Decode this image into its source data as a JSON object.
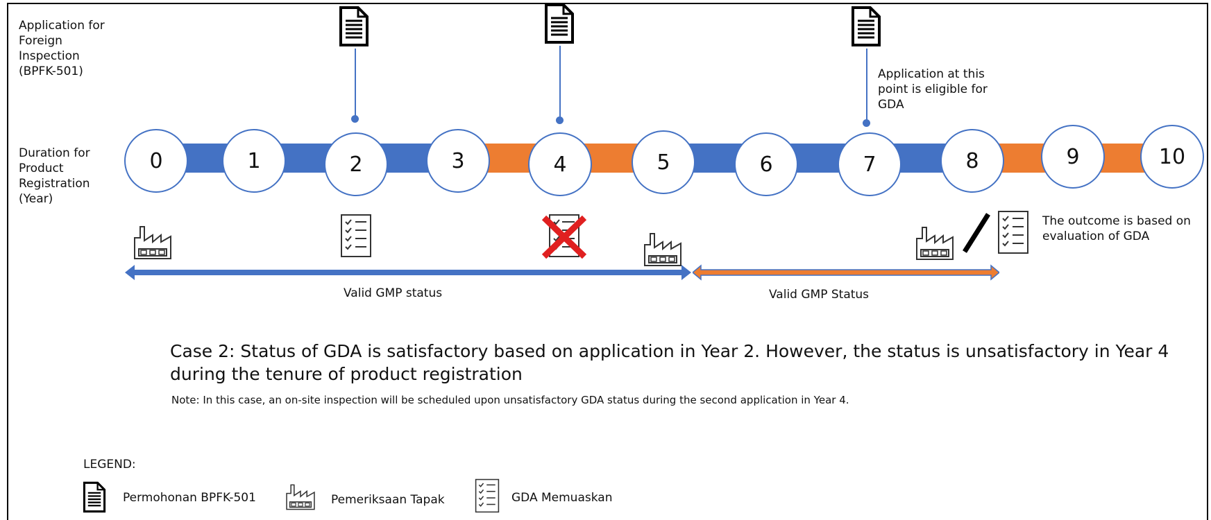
{
  "labels": {
    "application": "Application for Foreign Inspection (BPFK-501)",
    "duration": "Duration for Product Registration (Year)",
    "eligible": "Application at this point is eligible for GDA",
    "outcome": "The outcome is based on evaluation of GDA"
  },
  "years": [
    "0",
    "1",
    "2",
    "3",
    "4",
    "5",
    "6",
    "7",
    "8",
    "9",
    "10"
  ],
  "segments_colors": [
    "blue",
    "blue",
    "blue",
    "orange",
    "orange",
    "blue",
    "blue",
    "blue",
    "orange",
    "orange"
  ],
  "colors": {
    "blue": "#4472c4",
    "orange": "#ed7d31",
    "red": "#e02020"
  },
  "arrows": {
    "valid_gmp_1": "Valid GMP status",
    "valid_gmp_2": "Valid GMP Status"
  },
  "case_title": "Case 2: Status of GDA is satisfactory based on application in Year 2. However, the status is unsatisfactory in Year 4 during the tenure of product registration",
  "note": "Note: In this case, an on-site inspection will be scheduled upon unsatisfactory GDA status during the second application in Year 4.",
  "legend": {
    "title": "LEGEND:",
    "items": [
      {
        "icon": "document-icon",
        "label": "Permohonan BPFK-501"
      },
      {
        "icon": "factory-icon",
        "label": "Pemeriksaan Tapak"
      },
      {
        "icon": "checklist-icon",
        "label": "GDA Memuaskan"
      }
    ]
  }
}
